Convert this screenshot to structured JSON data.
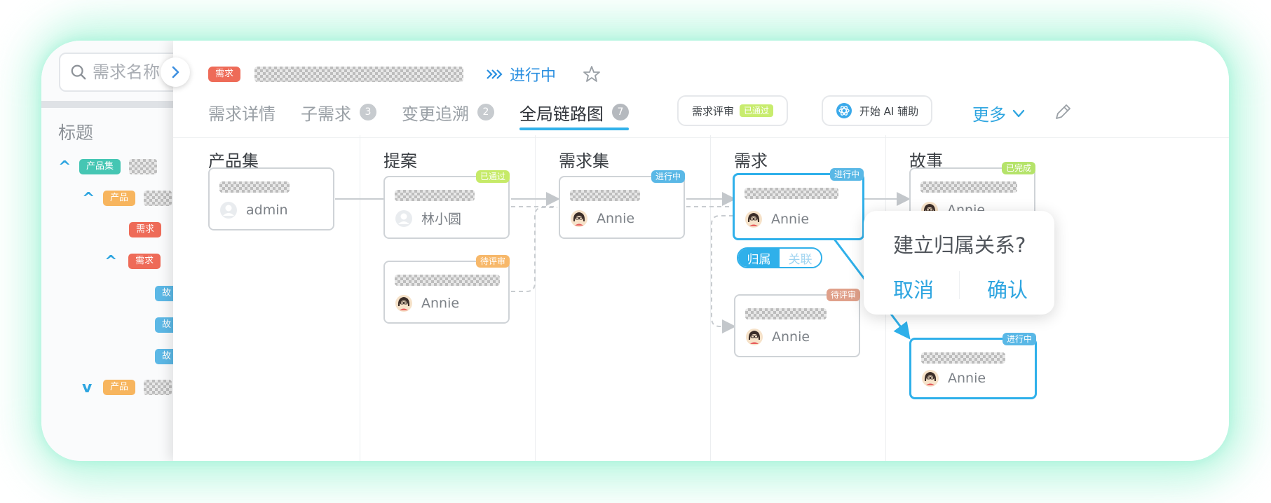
{
  "search": {
    "placeholder": "需求名称"
  },
  "tree": {
    "header": "标题",
    "rows": [
      {
        "tag": "产品集"
      },
      {
        "tag": "产品"
      },
      {
        "tag": "需求"
      },
      {
        "tag": "需求"
      },
      {
        "tag": "故"
      },
      {
        "tag": "故"
      },
      {
        "tag": "故"
      },
      {
        "tag": "产品"
      }
    ]
  },
  "title": {
    "badge": "需求",
    "status": "进行中"
  },
  "tabs": [
    {
      "label": "需求详情",
      "count": ""
    },
    {
      "label": "子需求",
      "count": "3"
    },
    {
      "label": "变更追溯",
      "count": "2"
    },
    {
      "label": "全局链路图",
      "count": "7"
    }
  ],
  "review": {
    "label": "需求评审",
    "status": "已通过"
  },
  "ai": {
    "label": "开始 AI 辅助"
  },
  "more": {
    "label": "更多"
  },
  "columns": [
    "产品集",
    "提案",
    "需求集",
    "需求",
    "故事"
  ],
  "nodes": [
    {
      "owner": "admin",
      "status": ""
    },
    {
      "owner": "林小圆",
      "status": "已通过"
    },
    {
      "owner": "Annie",
      "status": "待评审"
    },
    {
      "owner": "Annie",
      "status": "进行中"
    },
    {
      "owner": "Annie",
      "status": "进行中"
    },
    {
      "owner": "Annie",
      "status": "待评审"
    },
    {
      "owner": "Annie",
      "status": "已完成"
    },
    {
      "owner": "Annie",
      "status": "进行中"
    }
  ],
  "segment": {
    "a": "归属",
    "b": "关联"
  },
  "popover": {
    "question": "建立归属关系?",
    "cancel": "取消",
    "confirm": "确认"
  },
  "colors": {
    "accent": "#2fb0ea",
    "badge_red": "#ee6b58",
    "glow": "#b9f7e0"
  }
}
